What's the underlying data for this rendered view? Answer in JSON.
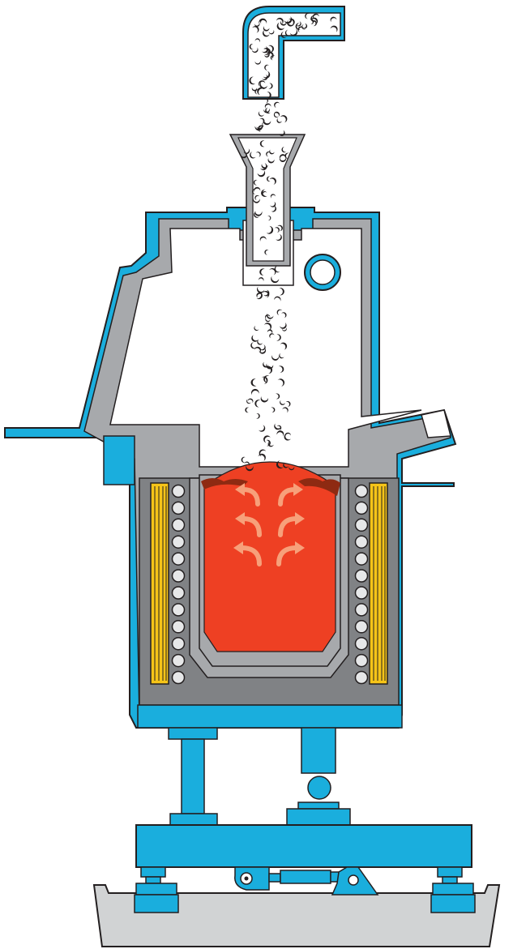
{
  "diagram": {
    "type": "vacuum-induction-furnace-cross-section",
    "labels": []
  },
  "colors": {
    "shell_blue": "#1AAEDD",
    "lining_gray": "#A7A9AC",
    "dark_gray": "#808285",
    "melt_orange": "#EE4023",
    "melt_crust": "#8E2A12",
    "flow_arrow": "#F7A07A",
    "coil_yellow": "#F6C418",
    "base_gray": "#D1D3D4",
    "outline": "#231F20"
  },
  "parts": {
    "coil_turns_per_side": 12,
    "powder_particles_visible": true,
    "flow_arrows": 6
  }
}
